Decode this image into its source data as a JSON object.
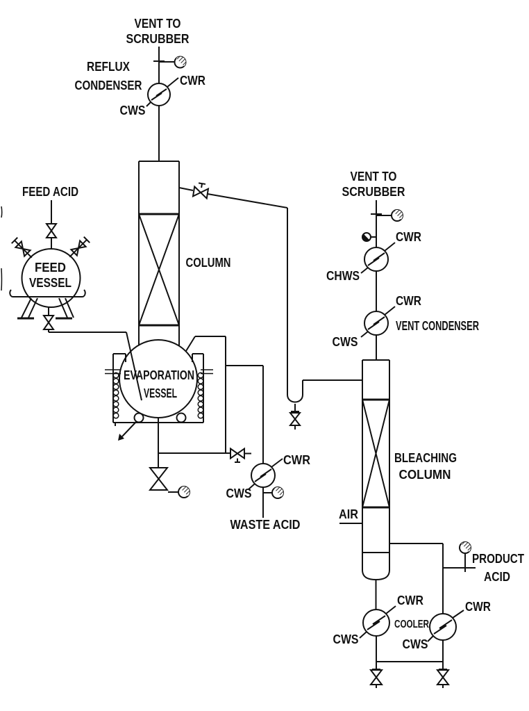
{
  "diagram": {
    "kind": "process-flow-diagram",
    "ink_color": "#111111",
    "background_color": "#ffffff"
  },
  "labels": {
    "vent_left_line1": "VENT TO",
    "vent_left_line2": "SCRUBBER",
    "reflux_line1": "REFLUX",
    "reflux_line2": "CONDENSER",
    "reflux_cwr": "CWR",
    "reflux_cws": "CWS",
    "feed_acid": "FEED ACID",
    "feed_vessel_line1": "FEED",
    "feed_vessel_line2": "VESSEL",
    "column": "COLUMN",
    "evap_line1": "EVAPORATION",
    "evap_line2": "VESSEL",
    "waste_cwr": "CWR",
    "waste_cws": "CWS",
    "waste_acid": "WASTE ACID",
    "vent_right_line1": "VENT TO",
    "vent_right_line2": "SCRUBBER",
    "chiller_cwr": "CWR",
    "chiller_chws": "CHWS",
    "ventcond_cwr": "CWR",
    "ventcond_label": "VENT CONDENSER",
    "ventcond_cws": "CWS",
    "bleaching_line1": "BLEACHING",
    "bleaching_line2": "COLUMN",
    "air": "AIR",
    "product_line1": "PRODUCT",
    "product_line2": "ACID",
    "cooler1_cwr": "CWR",
    "cooler1_label": "COOLER",
    "cooler1_cws": "CWS",
    "cooler2_cwr": "CWR",
    "cooler2_cws": "CWS"
  }
}
